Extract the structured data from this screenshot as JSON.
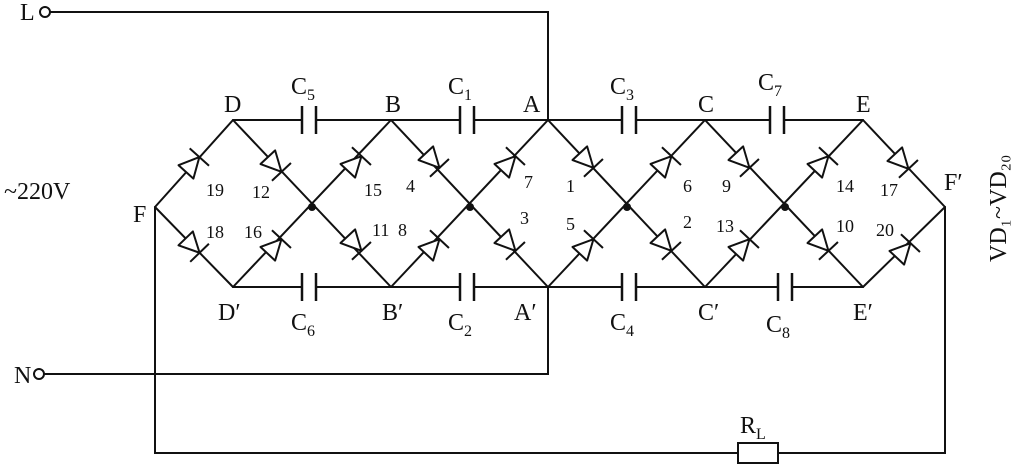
{
  "terminals": {
    "L": "L",
    "N": "N"
  },
  "source_label": "~220V",
  "diodes_label": "VD₁~VD₂₀",
  "nodes": {
    "D": "D",
    "B": "B",
    "A": "A",
    "C": "C",
    "E": "E",
    "F": "F",
    "Dp": "D′",
    "Bp": "B′",
    "Ap": "A′",
    "Cp": "C′",
    "Ep": "E′",
    "Fp": "F′"
  },
  "capacitors": {
    "c1": "C",
    "c1s": "1",
    "c2": "C",
    "c2s": "2",
    "c3": "C",
    "c3s": "3",
    "c4": "C",
    "c4s": "4",
    "c5": "C",
    "c5s": "5",
    "c6": "C",
    "c6s": "6",
    "c7": "C",
    "c7s": "7",
    "c8": "C",
    "c8s": "8"
  },
  "resistor": {
    "main": "R",
    "sub": "L"
  },
  "diode_numbers": {
    "d1": "1",
    "d2": "2",
    "d3": "3",
    "d4": "4",
    "d5": "5",
    "d6": "6",
    "d7": "7",
    "d8": "8",
    "d9": "9",
    "d10": "10",
    "d11": "11",
    "d12": "12",
    "d13": "13",
    "d14": "14",
    "d15": "15",
    "d16": "16",
    "d17": "17",
    "d18": "18",
    "d19": "19",
    "d20": "20"
  }
}
